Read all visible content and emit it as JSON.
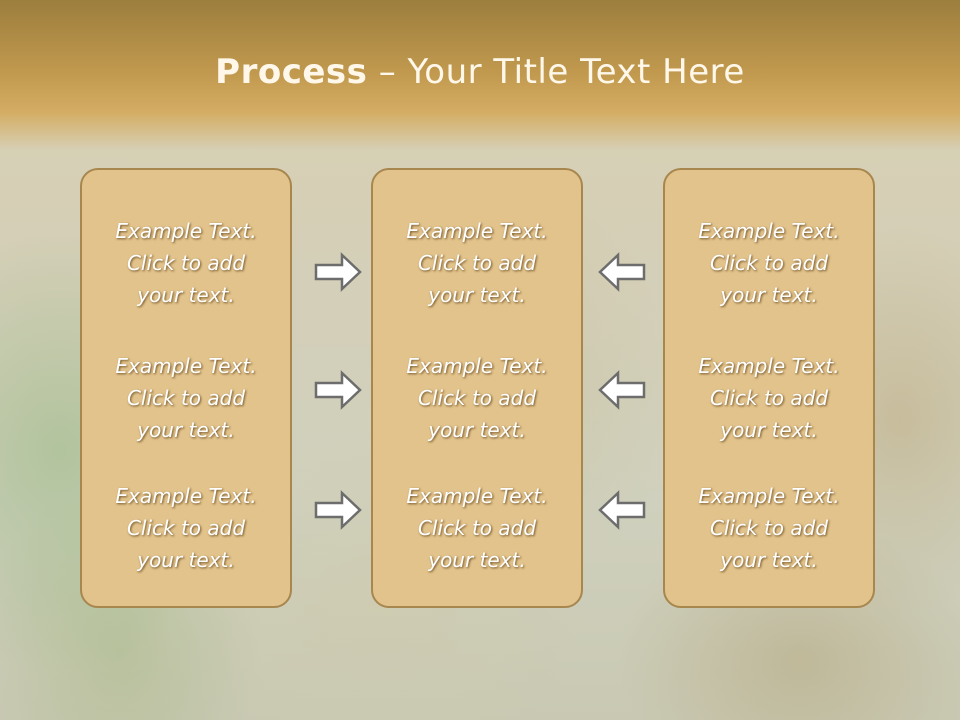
{
  "slide": {
    "title_bold": "Process",
    "title_dash": " – ",
    "title_rest": "Your Title Text Here"
  },
  "columns": [
    {
      "items": [
        {
          "line1": "Example Text.",
          "line2": "Click  to add",
          "line3": "your text."
        },
        {
          "line1": "Example Text.",
          "line2": "Click  to add",
          "line3": "your text."
        },
        {
          "line1": "Example Text.",
          "line2": "Click  to add",
          "line3": "your text."
        }
      ]
    },
    {
      "items": [
        {
          "line1": "Example Text.",
          "line2": "Click  to add",
          "line3": "your text."
        },
        {
          "line1": "Example Text.",
          "line2": "Click  to add",
          "line3": "your text."
        },
        {
          "line1": "Example Text.",
          "line2": "Click  to add",
          "line3": "your text."
        }
      ]
    },
    {
      "items": [
        {
          "line1": "Example Text.",
          "line2": "Click  to add",
          "line3": "your text."
        },
        {
          "line1": "Example Text.",
          "line2": "Click  to add",
          "line3": "your text."
        },
        {
          "line1": "Example Text.",
          "line2": "Click  to add",
          "line3": "your text."
        }
      ]
    }
  ],
  "icons": {
    "left_arrows": "arrow-right-icon",
    "right_arrows": "arrow-left-icon"
  },
  "colors": {
    "box_fill": "#e2c38b",
    "box_border": "#a8874e",
    "title_bar": "#c29a4f",
    "text": "#ffffff"
  }
}
